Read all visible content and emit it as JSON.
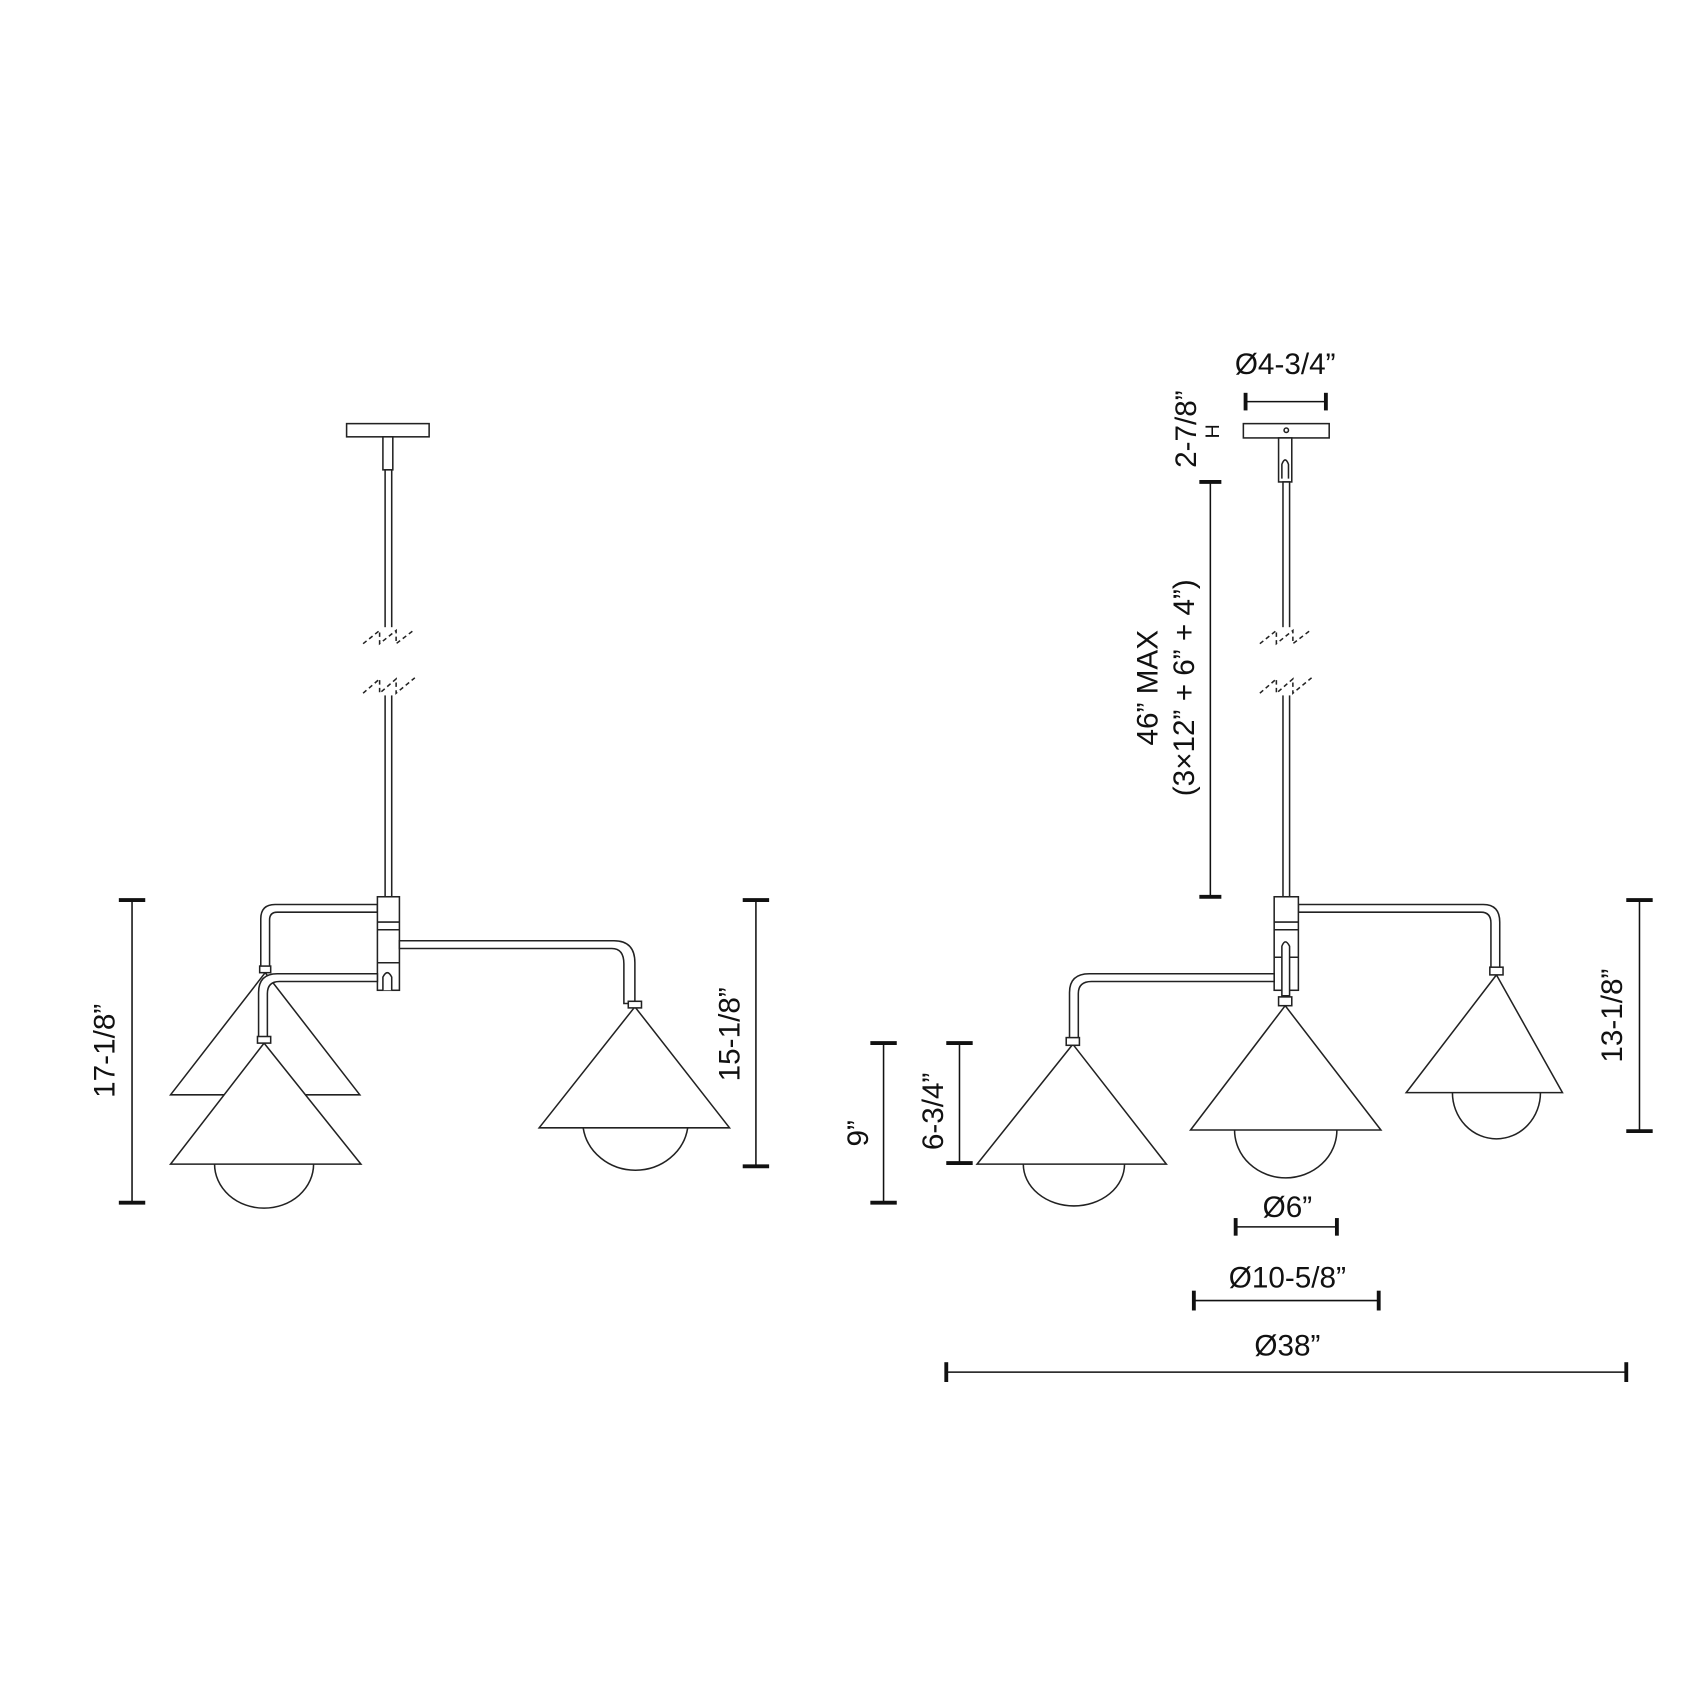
{
  "side_view": {
    "overall_height": "17-1/8”",
    "arm_height": "15-1/8”"
  },
  "front_view": {
    "canopy_diameter": "Ø4-3/4”",
    "canopy_height": "2-7/8”",
    "canopy_height_marker": "H",
    "stem_max": "46” MAX",
    "stem_breakdown": "(3×12” + 6” + 4”)",
    "shade_height_right": "13-1/8”",
    "shade_overall": "9”",
    "shade_height": "6-3/4”",
    "bulb_diameter": "Ø6”",
    "shade_diameter": "Ø10-5/8”",
    "overall_diameter": "Ø38”"
  }
}
